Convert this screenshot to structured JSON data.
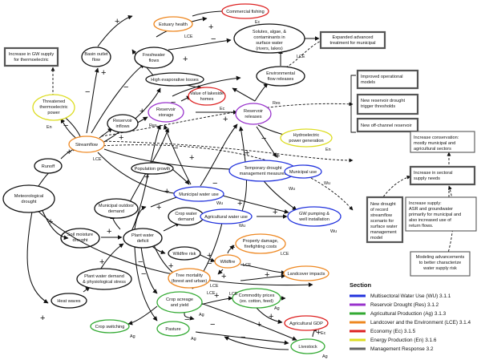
{
  "nodes": {
    "meteorological_drought": "Meteorological drought",
    "runoff": "Runoff",
    "streamflow": "Streamflow",
    "soil_moisture_drought": "Soil moisture drought",
    "heat_waves": "Heat waves",
    "plant_water_demand": "Plant water demand & physiological stress",
    "plant_water_deficit": "Plant water deficit",
    "municipal_outdoor_demand": "Municipal outdoor demand",
    "crop_water_demand": "Crop water demand",
    "wildfire_risk": "Wildfire risk",
    "wildfire": "Wildfire",
    "property_damage": "Property damage, firefighting costs",
    "tree_mortality": "Tree mortality (forest and urban)",
    "landcover_impacts": "Landcover impacts",
    "crop_acreage": "Crop acreage and yield",
    "crop_switching": "Crop switching",
    "pasture": "Pasture",
    "livestock": "Livestock",
    "agricultural_gdp": "Agricultural GDP",
    "commodity_prices": "Commodity prices (ex. cotton, feed)",
    "agricultural_water_use": "Agricultural water use",
    "municipal_water_use": "Municipal water use",
    "population_growth": "Population growth",
    "gw_pumping": "GW pumping & well installation",
    "temporary_drought_measures": "Temporary drought management measures",
    "municipal_use": "Municipal use",
    "reservoir_inflows": "Reservoir inflows",
    "reservoir_storage": "Reservoir storage",
    "reservoir_releases": "Reservoir releases",
    "value_lakeside_homes": "Value of lakeside homes",
    "high_evaporative_losses": "High evaporative losses",
    "hydroelectric_power": "Hydroelectric power generation",
    "environmental_flow_releases": "Environmental flow releases",
    "freshwater_flows": "Freshwater flows",
    "basin_outlet_flow": "Basin outlet flow",
    "estuary_health": "Estuary health",
    "commercial_fishing": "Commercial fishing",
    "solutes": "Solutes, algae, & contaminants in surface water (rivers, lakes)",
    "threatened_thermoelectric": "Threatened thermoelectric power"
  },
  "boxes": {
    "gw_supply_thermoelectric": "Increase in GW supply for thermoelectric",
    "expanded_treatment": "Expanded advanced treatment for municipal",
    "improved_models": "Improved operational models",
    "new_reservoir_triggers": "New reservoir drought trigger thresholds",
    "off_channel_reservoir": "New off-channel reservoir",
    "increase_conservation": "Increase conservation: mostly municipal and agricultural sectors",
    "increase_sectoral_needs": "Increase in sectoral supply needs",
    "increase_supply": "Increase supply: ASR and groundwater primarily for municipal and also increased use of return flows.",
    "new_drought_record": "New drought of record streamflow scenario for surface water management model",
    "modeling_advancements": "Modeling advancements to better characterize water supply risk"
  },
  "tags": {
    "ec": "Ec",
    "lce": "LCE",
    "en": "En",
    "res": "Res",
    "wu": "Wu",
    "ag": "Ag"
  },
  "signs": {
    "plus": "+",
    "minus": "−"
  },
  "legend": {
    "title": "Section",
    "items": [
      {
        "label": "Multisectoral Water Use (WU) 3.1.1",
        "color": "#2233dd"
      },
      {
        "label": "Reservoir Drought (Res) 3.1.2",
        "color": "#9933cc"
      },
      {
        "label": "Agricultural Production (Ag) 3.1.3",
        "color": "#33aa33"
      },
      {
        "label": "Landcover and the Environment (LCE) 3.1.4",
        "color": "#ee8822"
      },
      {
        "label": "Economy (Ec) 3.1.5",
        "color": "#dd2222"
      },
      {
        "label": "Energy Production (En) 3.1.6",
        "color": "#dddd22"
      },
      {
        "label": "Management Response 3.2",
        "color": "#666666"
      }
    ]
  }
}
